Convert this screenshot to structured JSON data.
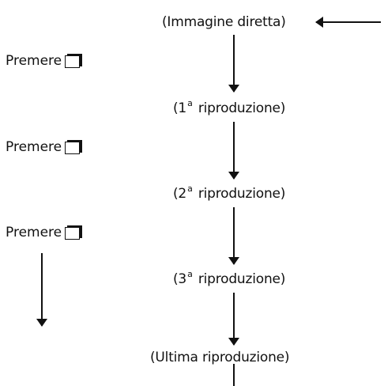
{
  "nodes": [
    {
      "id": "live",
      "text": "(Immagine diretta)"
    },
    {
      "id": "play1",
      "prefix": "(1",
      "sup": "a",
      "suffix": " riproduzione)"
    },
    {
      "id": "play2",
      "prefix": "(2",
      "sup": "a",
      "suffix": " riproduzione)"
    },
    {
      "id": "play3",
      "prefix": "(3",
      "sup": "a",
      "suffix": " riproduzione)"
    },
    {
      "id": "last",
      "text": "(Ultima riproduzione)"
    }
  ],
  "steps": [
    {
      "label": "Premere",
      "icon": "playback-button-icon"
    },
    {
      "label": "Premere",
      "icon": "playback-button-icon"
    },
    {
      "label": "Premere",
      "icon": "playback-button-icon"
    }
  ]
}
